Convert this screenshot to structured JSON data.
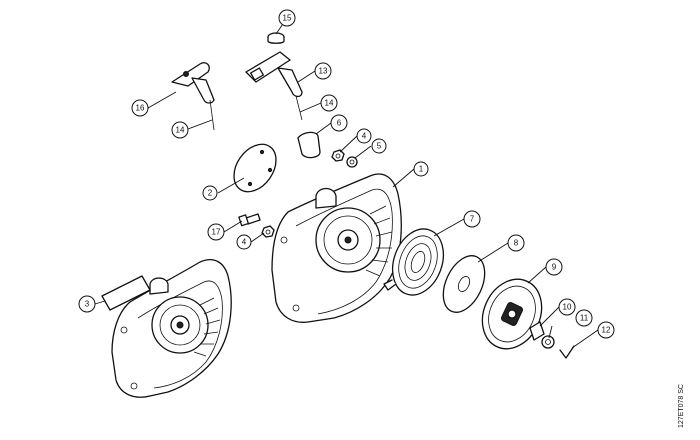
{
  "diagram": {
    "reference_code": "127ET078 SC",
    "callouts": [
      {
        "label": "15"
      },
      {
        "label": "13"
      },
      {
        "label": "16"
      },
      {
        "label": "14"
      },
      {
        "label": "14"
      },
      {
        "label": "6"
      },
      {
        "label": "4"
      },
      {
        "label": "5"
      },
      {
        "label": "1"
      },
      {
        "label": "2"
      },
      {
        "label": "17"
      },
      {
        "label": "4"
      },
      {
        "label": "7"
      },
      {
        "label": "8"
      },
      {
        "label": "9"
      },
      {
        "label": "3"
      },
      {
        "label": "10"
      },
      {
        "label": "11"
      },
      {
        "label": "12"
      }
    ]
  }
}
